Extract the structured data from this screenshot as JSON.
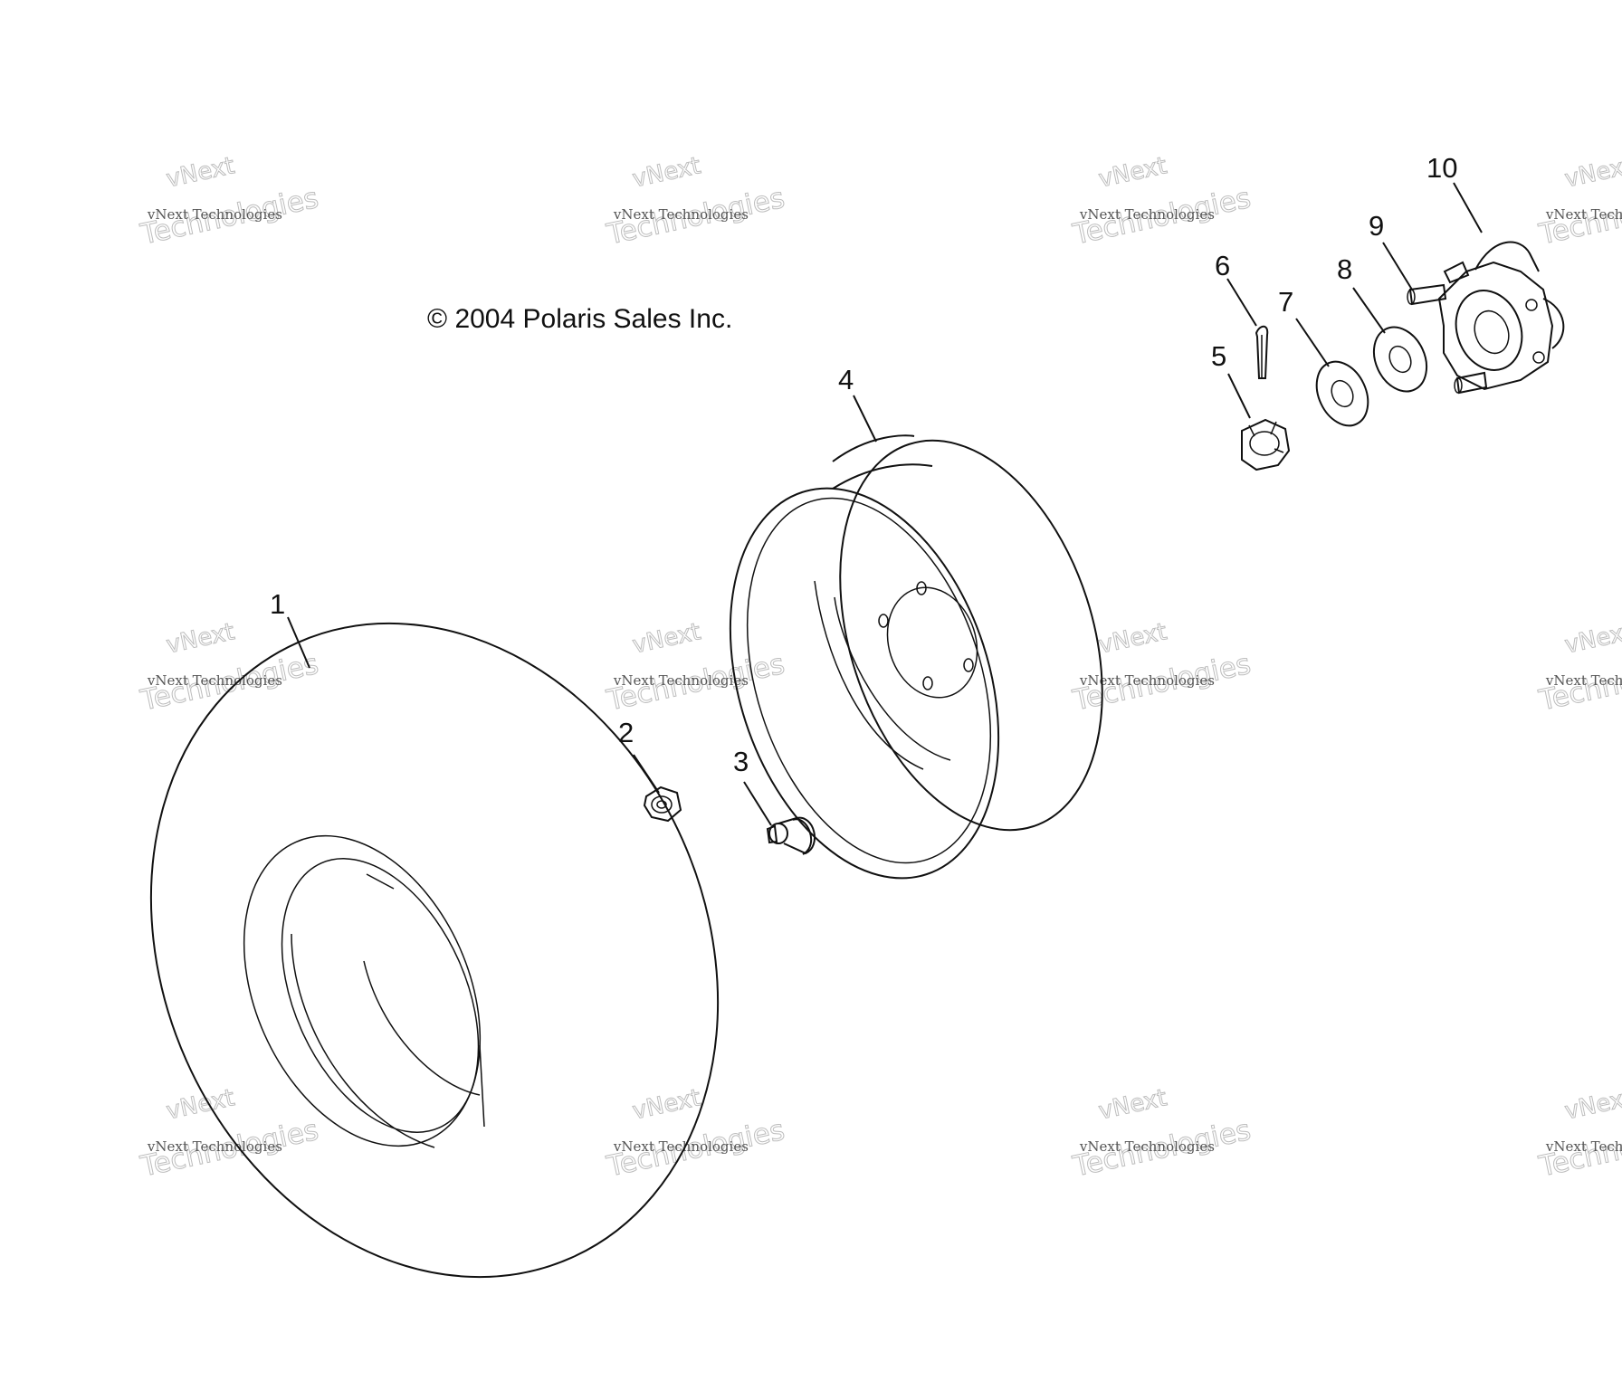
{
  "copyright": "© 2004 Polaris Sales Inc.",
  "watermark": {
    "line1": "vNext Technologies",
    "line2": "Technologies",
    "line3": "vNext"
  },
  "callouts": [
    {
      "num": "1",
      "part": "tire"
    },
    {
      "num": "2",
      "part": "lug-nut"
    },
    {
      "num": "3",
      "part": "valve-stem"
    },
    {
      "num": "4",
      "part": "wheel-rim"
    },
    {
      "num": "5",
      "part": "castle-nut"
    },
    {
      "num": "6",
      "part": "cotter-pin"
    },
    {
      "num": "7",
      "part": "washer"
    },
    {
      "num": "8",
      "part": "washer"
    },
    {
      "num": "9",
      "part": "wheel-stud"
    },
    {
      "num": "10",
      "part": "wheel-hub"
    }
  ],
  "colors": {
    "line": "#111111",
    "watermark": "#bdbdbd",
    "background": "#ffffff"
  }
}
